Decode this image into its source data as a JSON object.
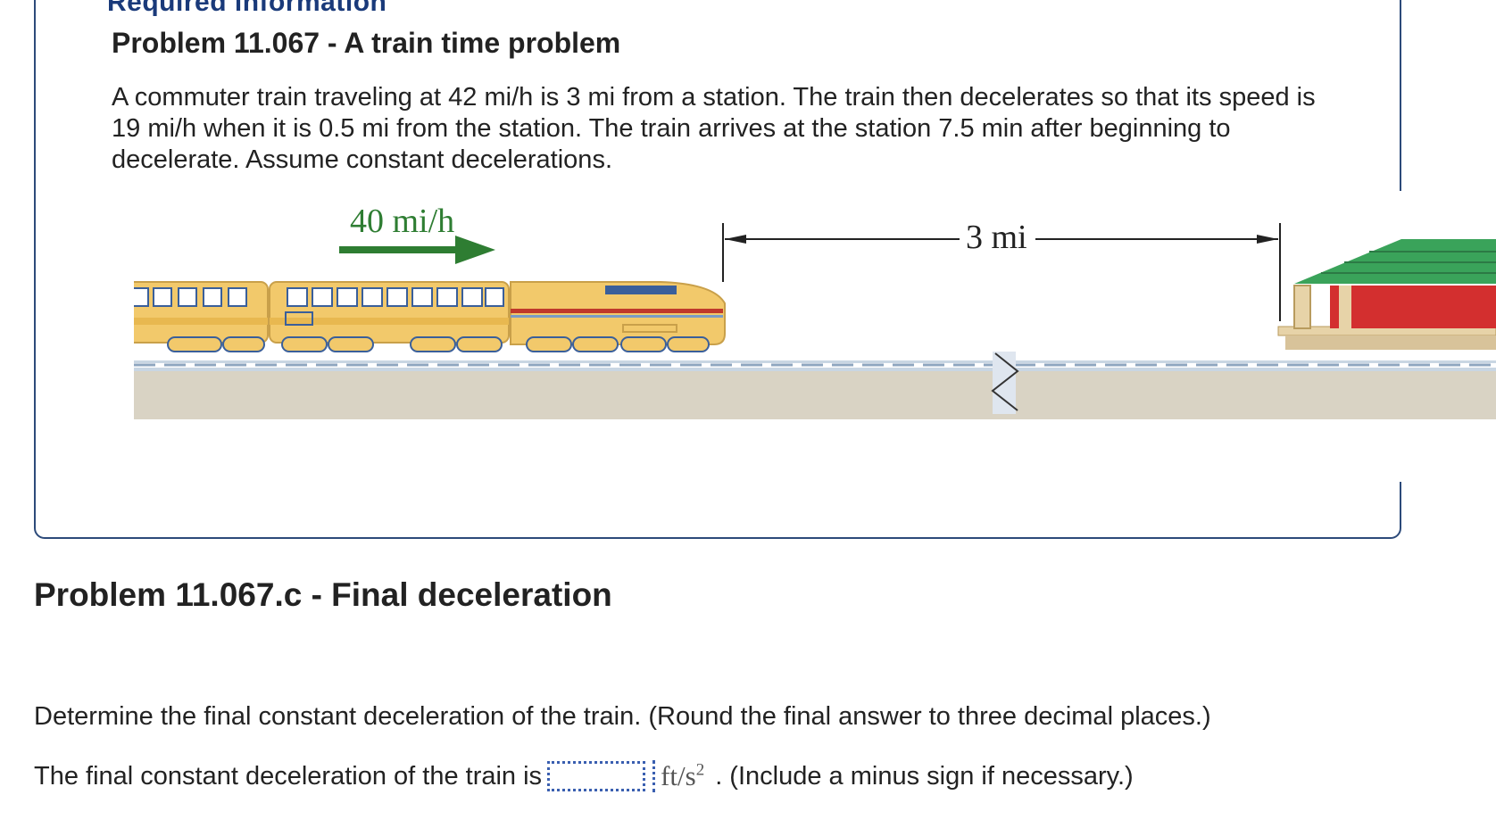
{
  "header": {
    "cutoff_title": "Required information"
  },
  "info_panel": {
    "title": "Problem 11.067 - A train time problem",
    "text": "A commuter train traveling at 42 mi/h is 3 mi from a station. The train then decelerates so that its speed is 19 mi/h when it is 0.5 mi from the station. The train arrives at the station 7.5 min after beginning to decelerate. Assume constant decelerations."
  },
  "figure": {
    "speed_label": "40 mi/h",
    "distance_label": "3 mi",
    "colors": {
      "arrow": "#2e7d32",
      "train_body": "#f2c96b",
      "train_stripe": "#c0392b",
      "ground": "#d9d3c4",
      "roof": "#3aa35a",
      "station_wall": "#d32f2f"
    }
  },
  "part": {
    "title": "Problem 11.067.c - Final deceleration",
    "question": "Determine the final constant deceleration of the train. (Round the final answer to three decimal places.)",
    "answer_prefix": "The final constant deceleration of the train is",
    "answer_value": "",
    "unit_base": "ft/s",
    "unit_exp": "2",
    "instruction": ". (Include a minus sign if necessary.)"
  }
}
